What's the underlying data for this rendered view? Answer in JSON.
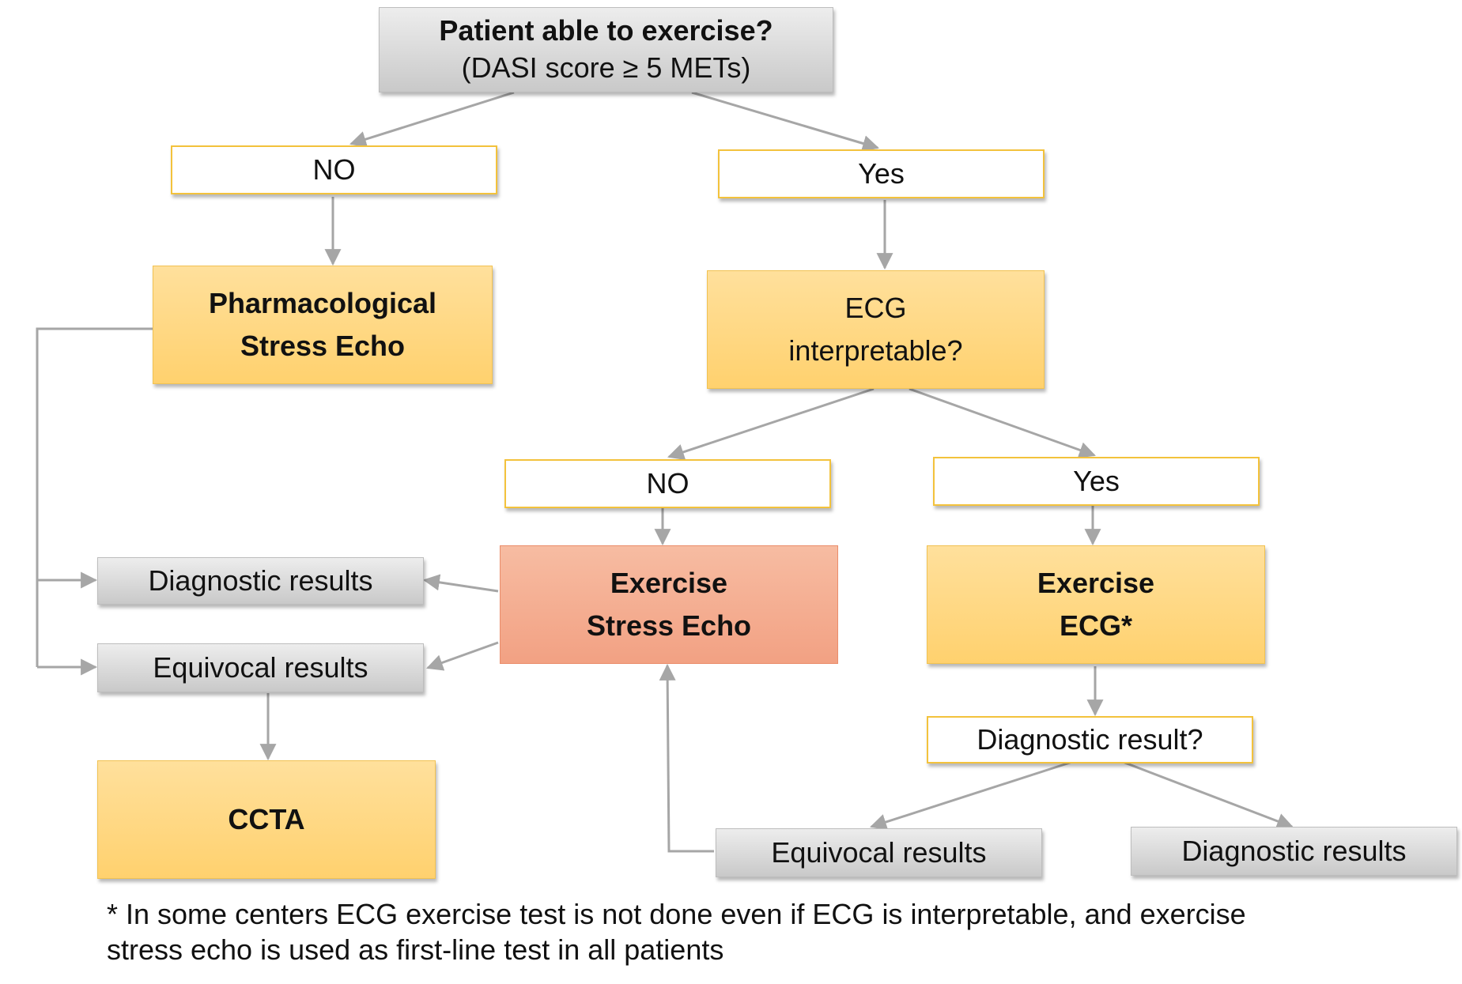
{
  "nodes": {
    "exercise_question": "Patient able to exercise?",
    "exercise_question_sub": "(DASI score ≥ 5 METs)",
    "no_1": "NO",
    "yes_1": "Yes",
    "pharm_stress_echo": "Pharmacological\nStress Echo",
    "ecg_interpretable": "ECG\ninterpretable?",
    "no_2": "NO",
    "yes_2": "Yes",
    "diagnostic_results_left": "Diagnostic results",
    "equivocal_results_left": "Equivocal results",
    "exercise_stress_echo": "Exercise\nStress Echo",
    "exercise_ecg": "Exercise\nECG*",
    "diagnostic_result_question": "Diagnostic result?",
    "ccta": "CCTA",
    "equivocal_results_bottom": "Equivocal results",
    "diagnostic_results_bottom": "Diagnostic results"
  },
  "footnote": "* In some centers ECG exercise test is not done even if ECG is interpretable, and exercise\nstress echo is used as first-line test in all patients",
  "colors": {
    "connector": "#a6a6a6",
    "yellow_fill": "#ffd77f",
    "white_border": "#f3c23c",
    "salmon_fill": "#f4ab8d",
    "grey_fill": "#d9d9d9"
  }
}
